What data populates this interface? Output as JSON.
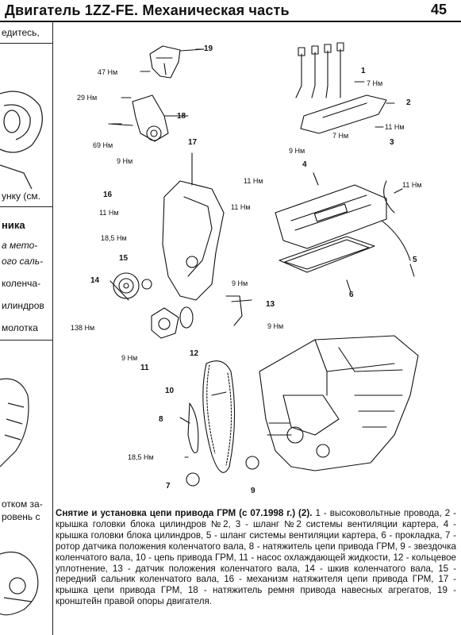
{
  "header": {
    "title": "Двигатель 1ZZ-FE. Механическая часть",
    "page_number": "45"
  },
  "left_column": {
    "fragments": [
      "едитесь,",
      "унку (см.",
      "ника",
      "а мето-",
      "ого саль-",
      "коленча-",
      "илиндров",
      "молотка",
      "отком за-",
      "ровень с"
    ]
  },
  "figure": {
    "torques": [
      "47 Нм",
      "7 Нм",
      "29 Нм",
      "7 Нм",
      "11 Нм",
      "69 Нм",
      "9 Нм",
      "9 Нм",
      "11 Нм",
      "11 Нм",
      "11 Нм",
      "11 Нм",
      "18,5 Нм",
      "9 Нм",
      "138 Нм",
      "9 Нм",
      "9 Нм",
      "18,5 Нм"
    ],
    "parts": [
      "19",
      "1",
      "2",
      "18",
      "3",
      "17",
      "4",
      "16",
      "5",
      "6",
      "15",
      "14",
      "13",
      "11",
      "12",
      "10",
      "8",
      "7",
      "9"
    ]
  },
  "caption": {
    "title": "Снятие и установка цепи привода ГРМ (с 07.1998 г.) (2).",
    "body": "1 - высоковольтные провода, 2 - крышка головки блока цилиндров №2, 3 - шланг №2 системы вентиляции картера, 4 - крышка головки блока цилиндров, 5 - шланг системы вентиляции картера, 6 - прокладка, 7 - ротор датчика положения коленчатого вала, 8 - натяжитель цепи привода ГРМ, 9 - звездочка коленчатого вала, 10 - цепь привода ГРМ, 11 - насос охлаждающей жидкости, 12 - кольцевое уплотнение, 13 - датчик положения коленчатого вала, 14 - шкив коленчатого вала, 15 - передний сальник коленчатого вала, 16 - механизм натяжителя цепи привода ГРМ, 17 - крышка цепи привода ГРМ, 18 - натяжитель ремня привода навесных агрегатов, 19 - кронштейн правой опоры двигателя."
  }
}
